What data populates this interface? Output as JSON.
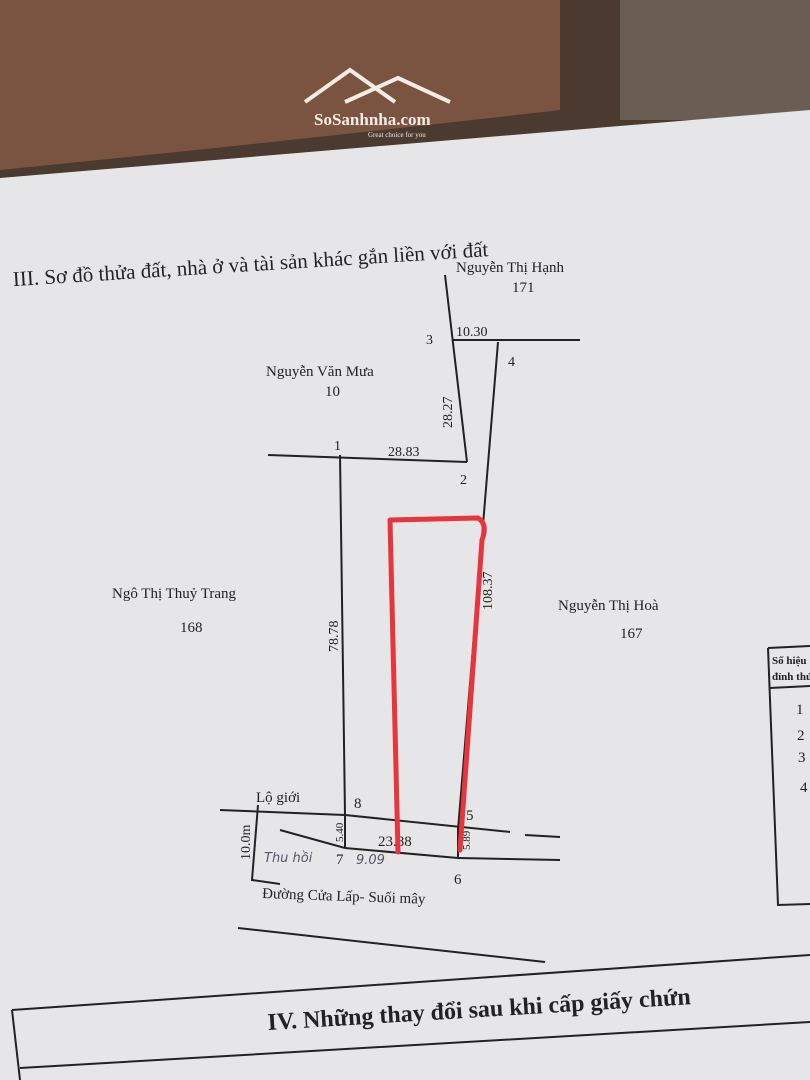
{
  "watermark": {
    "brand": "SoSanhnha.com",
    "tagline": "Great choice for you"
  },
  "document": {
    "section_iii_title": "III. Sơ đồ thửa đất, nhà ở và tài sản khác gắn liền với đất",
    "section_iv_title": "IV. Những thay đổi sau khi cấp giấy chứn",
    "neighbors": [
      {
        "name": "Nguyễn Thị Hạnh",
        "parcel": "171"
      },
      {
        "name": "Nguyễn Văn Mưa",
        "parcel": "10"
      },
      {
        "name": "Ngô Thị Thuỷ Trang",
        "parcel": "168"
      },
      {
        "name": "Nguyễn Thị Hoà",
        "parcel": "167"
      }
    ],
    "vertices": [
      "1",
      "2",
      "3",
      "4",
      "5",
      "6",
      "7",
      "8"
    ],
    "dimensions": {
      "d34": "10.30",
      "d23": "28.27",
      "d12": "28.83",
      "d1_8": "78.78",
      "d4_5": "108.37",
      "d78": "5.40",
      "d56": "5.89",
      "d76": "23.88",
      "setback": "10.0m"
    },
    "setback_label": "Lộ giới",
    "road_name": "Đường Cửa Lấp- Suối mây",
    "handwritten": {
      "note": "Thu hồi",
      "value": "9.09"
    },
    "vertex_table": {
      "header_line1": "Số hiệu",
      "header_line2": "đỉnh thửa",
      "rows": [
        "1",
        "2",
        "3",
        "4"
      ]
    },
    "highlight_color": "#e8343c"
  }
}
